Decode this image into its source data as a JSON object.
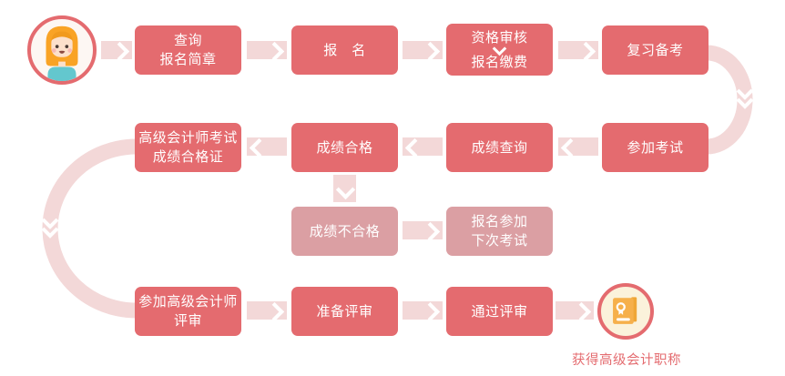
{
  "diagram": {
    "title_hidden": "",
    "type": "flowchart",
    "colors": {
      "node_main": "#E46B6F",
      "node_light": "#DB9FA3",
      "connector": "#F3D8D8",
      "node_text": "#FFFFFF",
      "caption_text": "#E46B6F",
      "avatar_hair": "#F9A325",
      "avatar_shirt": "#63C7CE",
      "certificate_book": "#F6B04B",
      "certificate_bg": "#FBF2DB"
    },
    "nodes": {
      "query": {
        "line1": "查询",
        "line2": "报名简章"
      },
      "register": {
        "line1": "报　名"
      },
      "qualification_audit": {
        "line1": "资格审核",
        "line2": "报名缴费"
      },
      "review_prep": {
        "line1": "复习备考"
      },
      "exam_pass_cert": {
        "line1": "高级会计师考试",
        "line2": "成绩合格证"
      },
      "score_pass": {
        "line1": "成绩合格"
      },
      "score_query": {
        "line1": "成绩查询"
      },
      "take_exam": {
        "line1": "参加考试"
      },
      "score_fail": {
        "line1": "成绩不合格"
      },
      "register_next_exam": {
        "line1": "报名参加",
        "line2": "下次考试"
      },
      "attend_review": {
        "line1": "参加高级会计师",
        "line2": "评审"
      },
      "prepare_review": {
        "line1": "准备评审"
      },
      "pass_review": {
        "line1": "通过评审"
      }
    },
    "caption": "获得高级会计职称",
    "icons": {
      "start": "applicant-avatar-icon",
      "end": "certificate-book-icon"
    },
    "edges": [
      {
        "from": "applicant",
        "to": "query",
        "dir": "right"
      },
      {
        "from": "query",
        "to": "register",
        "dir": "right"
      },
      {
        "from": "register",
        "to": "qualification_audit",
        "dir": "right"
      },
      {
        "from": "qualification_audit",
        "to": "review_prep",
        "dir": "right"
      },
      {
        "from": "review_prep",
        "to": "take_exam",
        "dir": "curve-down-right"
      },
      {
        "from": "take_exam",
        "to": "score_query",
        "dir": "left"
      },
      {
        "from": "score_query",
        "to": "score_pass",
        "dir": "left"
      },
      {
        "from": "score_pass",
        "to": "exam_pass_cert",
        "dir": "left"
      },
      {
        "from": "score_pass",
        "to": "score_fail",
        "dir": "down"
      },
      {
        "from": "score_fail",
        "to": "register_next_exam",
        "dir": "right"
      },
      {
        "from": "exam_pass_cert",
        "to": "attend_review",
        "dir": "curve-down-left"
      },
      {
        "from": "attend_review",
        "to": "prepare_review",
        "dir": "right"
      },
      {
        "from": "prepare_review",
        "to": "pass_review",
        "dir": "right"
      },
      {
        "from": "pass_review",
        "to": "obtain_title",
        "dir": "right"
      }
    ]
  }
}
